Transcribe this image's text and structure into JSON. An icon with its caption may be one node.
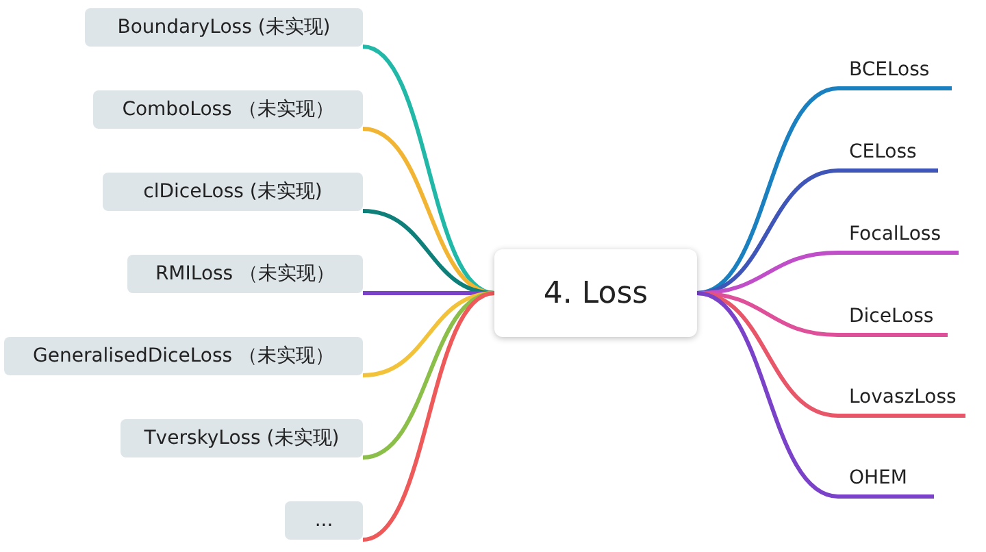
{
  "diagram": {
    "nodes": [
      {
        "text": [
          "4. Loss"
        ]
      },
      {
        "text": [
          "BoundaryLoss (未实现)"
        ]
      },
      {
        "text": [
          "ComboLoss （未实现）"
        ]
      },
      {
        "text": [
          "clDiceLoss (未实现)"
        ]
      },
      {
        "text": [
          "RMILoss （未实现）"
        ]
      },
      {
        "text": [
          "GeneralisedDiceLoss （未实现）"
        ]
      },
      {
        "text": [
          "TverskyLoss (未实现)"
        ]
      },
      {
        "text": [
          "..."
        ]
      },
      {
        "text": [
          "BCELoss"
        ]
      },
      {
        "text": [
          "CELoss"
        ]
      },
      {
        "text": [
          "FocalLoss"
        ]
      },
      {
        "text": [
          "DiceLoss"
        ]
      },
      {
        "text": [
          "LovaszLoss"
        ]
      },
      {
        "text": [
          "OHEM"
        ]
      }
    ],
    "edges": [
      {
        "from": 0,
        "to": 1,
        "arrow": "none",
        "color": "#22b8a8"
      },
      {
        "from": 0,
        "to": 2,
        "arrow": "none",
        "color": "#f2b533"
      },
      {
        "from": 0,
        "to": 3,
        "arrow": "none",
        "color": "#0f7f7a"
      },
      {
        "from": 0,
        "to": 4,
        "arrow": "none",
        "color": "#7a42c8"
      },
      {
        "from": 0,
        "to": 5,
        "arrow": "none",
        "color": "#f2c33a"
      },
      {
        "from": 0,
        "to": 6,
        "arrow": "none",
        "color": "#8cbf4a"
      },
      {
        "from": 0,
        "to": 7,
        "arrow": "none",
        "color": "#ee5a5a"
      },
      {
        "from": 0,
        "to": 8,
        "arrow": "none",
        "color": "#1a80bf"
      },
      {
        "from": 0,
        "to": 9,
        "arrow": "none",
        "color": "#3f55b8"
      },
      {
        "from": 0,
        "to": 10,
        "arrow": "none",
        "color": "#c04ec8"
      },
      {
        "from": 0,
        "to": 11,
        "arrow": "none",
        "color": "#de509a"
      },
      {
        "from": 0,
        "to": 12,
        "arrow": "none",
        "color": "#e8566a"
      },
      {
        "from": 0,
        "to": 13,
        "arrow": "none",
        "color": "#7a42c8"
      }
    ]
  }
}
